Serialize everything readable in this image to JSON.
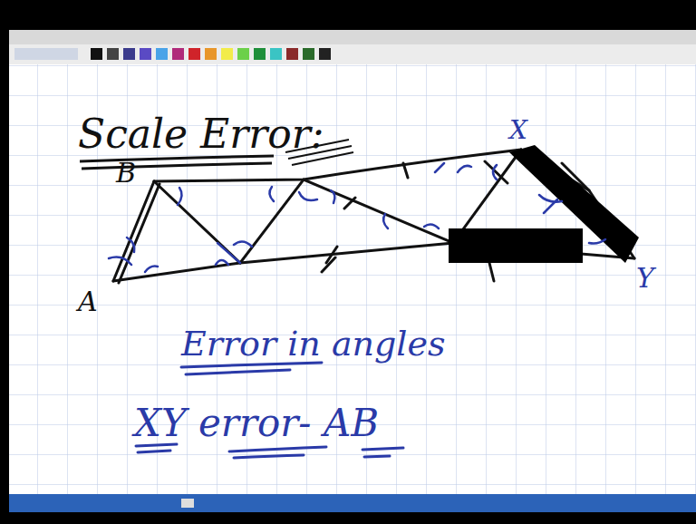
{
  "diagram": {
    "title": "Scale Error:",
    "labels": [
      "B",
      "A",
      "X",
      "Y",
      "Error in angles",
      "XY error- AB"
    ]
  }
}
